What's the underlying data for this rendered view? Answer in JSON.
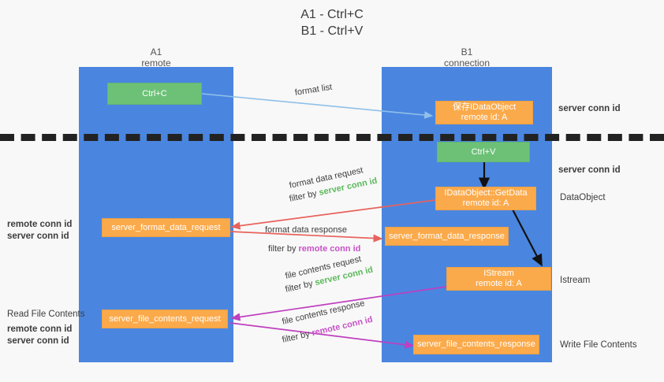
{
  "title": {
    "line1": "A1 - Ctrl+C",
    "line2": "B1 - Ctrl+V"
  },
  "columns": [
    {
      "name": "A1",
      "role": "remote"
    },
    {
      "name": "B1",
      "role": "connection"
    }
  ],
  "colors": {
    "lane": "#4a86e0",
    "green_box": "#6cc177",
    "orange_box": "#fbaa4b",
    "server_conn_id": "#5cb85c",
    "remote_conn_id": "#c653c6",
    "blue_arrow": "#8fc0e8",
    "red_arrow": "#e8625c",
    "magenta_arrow": "#bf3fbf",
    "black_arrow": "#111111",
    "background": "#f8f8f8"
  },
  "boxes": {
    "ctrl_c": {
      "label": "Ctrl+C"
    },
    "save_idataobject": {
      "line1": "保存IDataObject",
      "line2": "remote id: A"
    },
    "ctrl_v": {
      "label": "Ctrl+V"
    },
    "getdata": {
      "line1": "IDataObject::GetData",
      "line2": "remote id: A"
    },
    "server_format_data_request": {
      "label": "server_format_data_request"
    },
    "server_format_data_response": {
      "label": "server_format_data_response"
    },
    "istream": {
      "line1": "IStream",
      "line2": "remote id: A"
    },
    "server_file_contents_request": {
      "label": "server_file_contents_request"
    },
    "server_file_contents_response": {
      "label": "server_file_contents_response"
    }
  },
  "wire_labels": {
    "format_list": "format list",
    "format_data_request": "format data request",
    "format_data_request_filter_prefix": "filter by ",
    "format_data_request_filter_key": "server conn id",
    "format_data_response": "format data response",
    "format_data_response_filter_prefix": "filter by ",
    "format_data_response_filter_key": "remote conn id",
    "file_contents_request": "file contents request",
    "file_contents_request_filter_prefix": "filter by ",
    "file_contents_request_filter_key": "server conn id",
    "file_contents_response": "file contents response",
    "file_contents_response_filter_prefix": "filter by ",
    "file_contents_response_filter_key": "remote conn id"
  },
  "right_annotations": [
    {
      "text": "server conn id",
      "kind": "server"
    },
    {
      "text": "server conn id",
      "kind": "server"
    },
    {
      "text": "DataObject",
      "kind": "plain"
    },
    {
      "text": "Istream",
      "kind": "plain"
    },
    {
      "text": "Write File Contents",
      "kind": "plain"
    }
  ],
  "left_annotations": {
    "mid": {
      "remote": "remote conn id",
      "server": "server conn id"
    },
    "bottom_title": "Read File Contents",
    "bottom": {
      "remote": "remote conn id",
      "server": "server conn id"
    }
  }
}
